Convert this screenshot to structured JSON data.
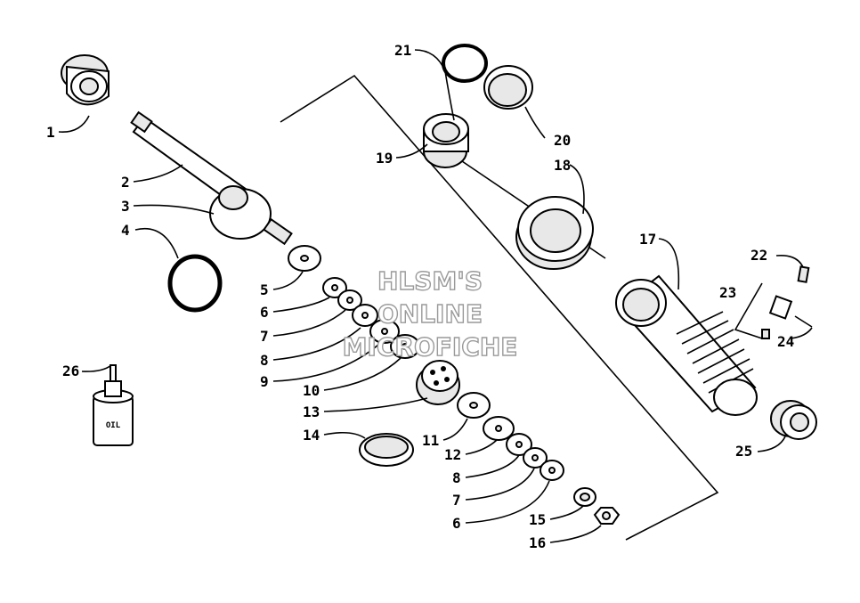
{
  "labels": {
    "p1": "1",
    "p2": "2",
    "p3": "3",
    "p4": "4",
    "p5": "5",
    "p6a": "6",
    "p7a": "7",
    "p8a": "8",
    "p9": "9",
    "p10": "10",
    "p13": "13",
    "p14": "14",
    "p11": "11",
    "p12": "12",
    "p8b": "8",
    "p7b": "7",
    "p6b": "6",
    "p15": "15",
    "p16": "16",
    "p17": "17",
    "p18": "18",
    "p19": "19",
    "p20": "20",
    "p21": "21",
    "p22": "22",
    "p23": "23",
    "p24": "24",
    "p25": "25",
    "p26": "26"
  },
  "watermark": {
    "line1": "HLSM'S",
    "line2": "ONLINE",
    "line3": "MICROFICHE"
  },
  "bottle_text": "OIL",
  "colors": {
    "ink": "#000000",
    "watermark": "#9a9a9a"
  }
}
